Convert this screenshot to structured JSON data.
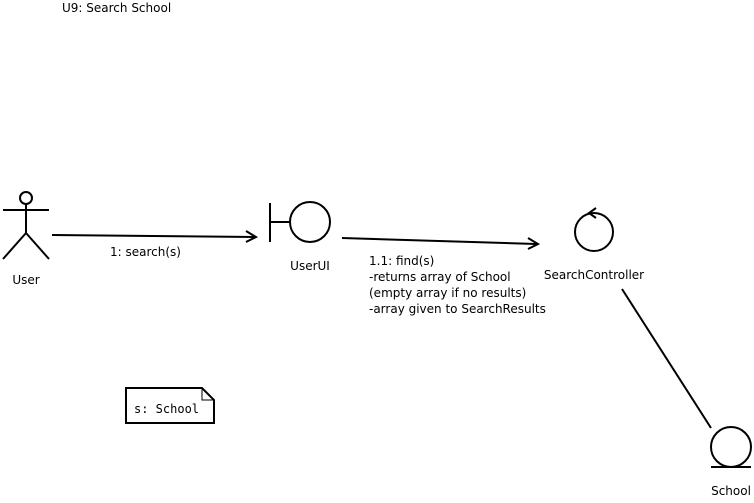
{
  "diagram": {
    "title": "U9: Search School",
    "nodes": {
      "user": {
        "label": "User",
        "kind": "actor"
      },
      "userui": {
        "label": "UserUI",
        "kind": "boundary"
      },
      "searchcontroller": {
        "label": "SearchController",
        "kind": "control"
      },
      "school": {
        "label": "School",
        "kind": "entity"
      }
    },
    "messages": {
      "m1": {
        "label": "1: search(s)"
      },
      "m2": {
        "lines": [
          "1.1: find(s)",
          "-returns array of School",
          "(empty array if no results)",
          "-array given to SearchResults"
        ]
      }
    },
    "note": {
      "text": "s: School"
    }
  }
}
